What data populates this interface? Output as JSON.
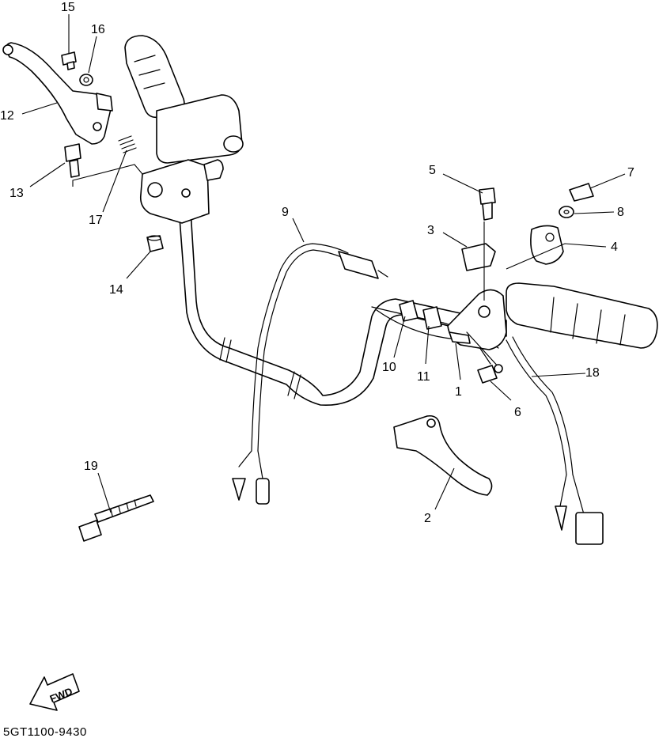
{
  "diagram": {
    "drawing_code": "5GT1100-9430",
    "direction_label": "FWD",
    "callouts": [
      {
        "id": "1",
        "label": "1"
      },
      {
        "id": "2",
        "label": "2"
      },
      {
        "id": "3",
        "label": "3"
      },
      {
        "id": "4",
        "label": "4"
      },
      {
        "id": "5",
        "label": "5"
      },
      {
        "id": "6",
        "label": "6"
      },
      {
        "id": "7",
        "label": "7"
      },
      {
        "id": "8",
        "label": "8"
      },
      {
        "id": "9",
        "label": "9"
      },
      {
        "id": "10",
        "label": "10"
      },
      {
        "id": "11",
        "label": "11"
      },
      {
        "id": "12",
        "label": "12"
      },
      {
        "id": "13",
        "label": "13"
      },
      {
        "id": "14",
        "label": "14"
      },
      {
        "id": "15",
        "label": "15"
      },
      {
        "id": "16",
        "label": "16"
      },
      {
        "id": "17",
        "label": "17"
      },
      {
        "id": "18",
        "label": "18"
      },
      {
        "id": "19",
        "label": "19"
      }
    ]
  }
}
